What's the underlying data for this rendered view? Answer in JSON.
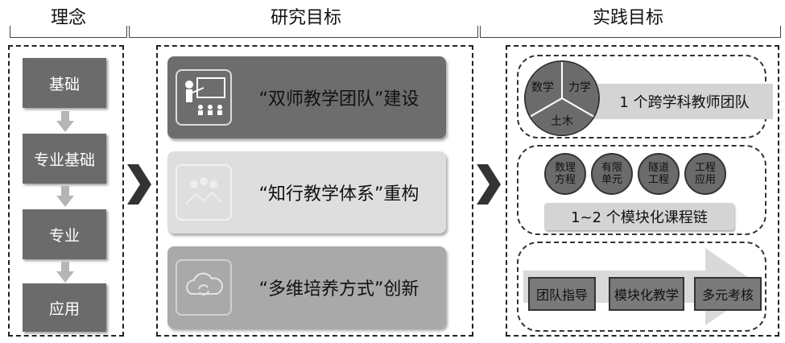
{
  "headers": {
    "left": "理念",
    "middle": "研究目标",
    "right": "实践目标"
  },
  "concept": {
    "items": [
      "基础",
      "专业基础",
      "专业",
      "应用"
    ]
  },
  "goals": [
    {
      "label": "“双师教学团队”建设",
      "icon": "teacher-classroom-icon"
    },
    {
      "label": "“知行教学体系”重构",
      "icon": "people-network-icon"
    },
    {
      "label": "“多维培养方式”创新",
      "icon": "cloud-refresh-icon"
    }
  ],
  "practice": {
    "team": {
      "segments": [
        "数学",
        "力学",
        "土木"
      ],
      "label": "1 个跨学科教师团队"
    },
    "courses": {
      "circles": [
        "数理\n方程",
        "有限\n单元",
        "隧道\n工程",
        "工程\n应用"
      ],
      "label": "1~2 个模块化课程链"
    },
    "methods": {
      "boxes": [
        "团队指导",
        "模块化教学",
        "多元考核"
      ]
    }
  }
}
